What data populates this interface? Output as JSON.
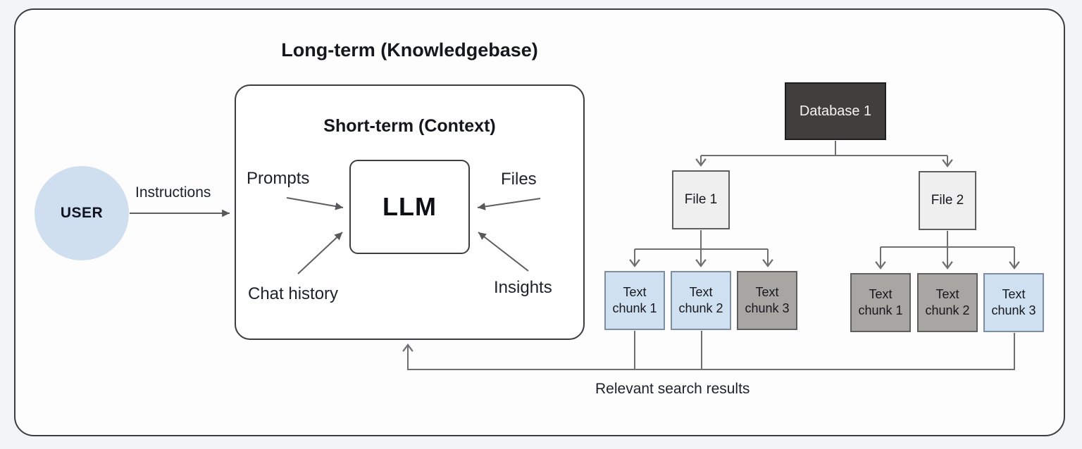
{
  "long_term": {
    "title": "Long-term (Knowledgebase)"
  },
  "short_term": {
    "title": "Short-term (Context)",
    "llm_label": "LLM",
    "inputs": {
      "prompts": "Prompts",
      "files": "Files",
      "chat_history": "Chat history",
      "insights": "Insights"
    }
  },
  "user": {
    "label": "USER",
    "arrow_label": "Instructions"
  },
  "database": {
    "label": "Database 1",
    "files": [
      {
        "label": "File 1",
        "chunks": [
          {
            "label": "Text chunk 1",
            "relevant": true
          },
          {
            "label": "Text chunk 2",
            "relevant": true
          },
          {
            "label": "Text chunk 3",
            "relevant": false
          }
        ]
      },
      {
        "label": "File 2",
        "chunks": [
          {
            "label": "Text chunk 1",
            "relevant": false
          },
          {
            "label": "Text chunk 2",
            "relevant": false
          },
          {
            "label": "Text chunk 3",
            "relevant": true
          }
        ]
      }
    ]
  },
  "feedback": {
    "label": "Relevant search results"
  },
  "colors": {
    "page_background": "#f3f4f5",
    "box_fill": "#fdfdfd",
    "box_border": "#3b3d40",
    "user_circle": "#cfdff0",
    "database_fill": "#413f3e",
    "database_text": "#f4f4f4",
    "file_fill": "#efefef",
    "chunk_relevant_fill": "#cfe0f1",
    "chunk_relevant_border": "#7f8da0",
    "chunk_plain_fill": "#a8a6a3",
    "connector": "#6e6f71",
    "text": "#1d2129"
  }
}
